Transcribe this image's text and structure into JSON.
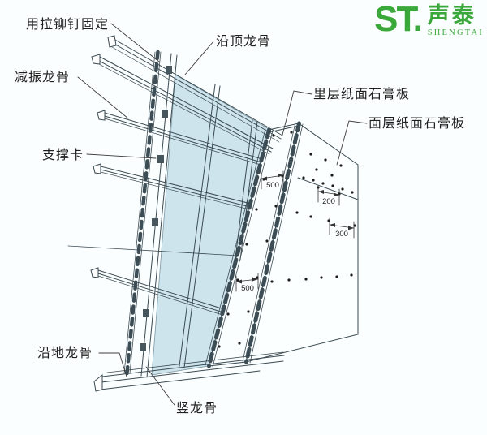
{
  "logo": {
    "brand": "ST.",
    "brand_cn": "声泰",
    "brand_en": "SHENGTAI",
    "color": "#3aa83a"
  },
  "annotations": {
    "rivet_fix": "用拉铆钉固定",
    "ceiling_track": "沿顶龙骨",
    "damping_stud": "减振龙骨",
    "support_clip": "支撑卡",
    "floor_track": "沿地龙骨",
    "vertical_stud": "竖龙骨",
    "inner_gypsum": "里层纸面石膏板",
    "outer_gypsum": "面层纸面石膏板"
  },
  "dimensions": {
    "inner_top_spacing": "500",
    "outer_edge_spacing": "200",
    "outer_field_spacing": "300",
    "inner_bottom_spacing": "500"
  },
  "colors": {
    "line": "#3a4a52",
    "panel_blue": "#cde4ec",
    "text": "#1f1f1f",
    "logo_green": "#3aa83a",
    "background": "#fbfefe"
  }
}
